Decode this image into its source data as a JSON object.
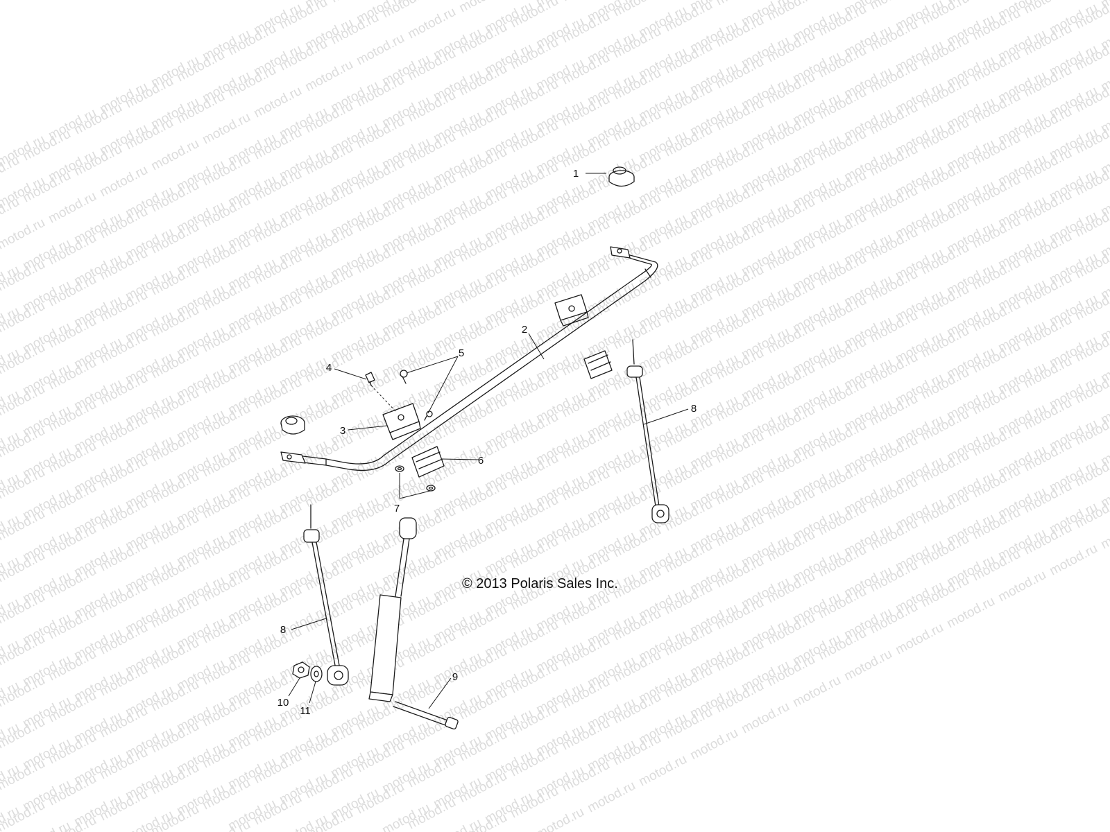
{
  "watermark": {
    "text": "motod.ru"
  },
  "copyright": "© 2013 Polaris Sales Inc.",
  "callouts": [
    {
      "id": "1",
      "label": "1"
    },
    {
      "id": "2",
      "label": "2"
    },
    {
      "id": "3",
      "label": "3"
    },
    {
      "id": "4",
      "label": "4"
    },
    {
      "id": "5",
      "label": "5"
    },
    {
      "id": "6",
      "label": "6"
    },
    {
      "id": "7",
      "label": "7"
    },
    {
      "id": "8a",
      "label": "8"
    },
    {
      "id": "8b",
      "label": "8"
    },
    {
      "id": "9",
      "label": "9"
    },
    {
      "id": "10",
      "label": "10"
    },
    {
      "id": "11",
      "label": "11"
    }
  ],
  "colors": {
    "line": "#1a1a1a",
    "watermark": "#dcdcdc",
    "background": "#ffffff"
  }
}
